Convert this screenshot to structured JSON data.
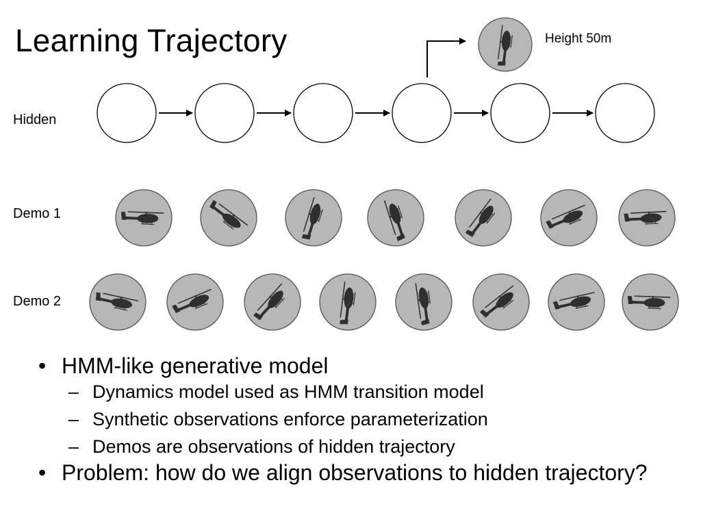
{
  "slide": {
    "title": "Learning Trajectory",
    "height_label": "Height 50m"
  },
  "rows": {
    "hidden_label": "Hidden",
    "demo1_label": "Demo 1",
    "demo2_label": "Demo 2"
  },
  "hidden_states_count": 6,
  "demo1_helicopters": [
    {
      "icon": "helicopter-icon",
      "angle": 0
    },
    {
      "icon": "helicopter-icon",
      "angle": 35
    },
    {
      "icon": "helicopter-icon",
      "angle": -75
    },
    {
      "icon": "helicopter-icon",
      "angle": -110
    },
    {
      "icon": "helicopter-icon",
      "angle": -55
    },
    {
      "icon": "helicopter-icon",
      "angle": -25
    },
    {
      "icon": "helicopter-icon",
      "angle": -5
    }
  ],
  "demo2_helicopters": [
    {
      "icon": "helicopter-icon",
      "angle": 10
    },
    {
      "icon": "helicopter-icon",
      "angle": -25
    },
    {
      "icon": "helicopter-icon",
      "angle": -50
    },
    {
      "icon": "helicopter-icon",
      "angle": -85
    },
    {
      "icon": "helicopter-icon",
      "angle": -100
    },
    {
      "icon": "helicopter-icon",
      "angle": -40
    },
    {
      "icon": "helicopter-icon",
      "angle": -15
    },
    {
      "icon": "helicopter-icon",
      "angle": 0
    }
  ],
  "top_helicopter": {
    "icon": "helicopter-icon",
    "angle": -85
  },
  "colors": {
    "badge_fill": "#b7b7b7",
    "badge_stroke": "#555555",
    "heli": "#2f2f2f"
  },
  "bullets": [
    {
      "text": "HMM-like generative model",
      "sub": [
        "Dynamics model used as HMM transition model",
        "Synthetic observations enforce parameterization",
        "Demos are observations of hidden trajectory"
      ]
    },
    {
      "text": "Problem: how do we align observations to hidden trajectory?",
      "sub": []
    }
  ]
}
